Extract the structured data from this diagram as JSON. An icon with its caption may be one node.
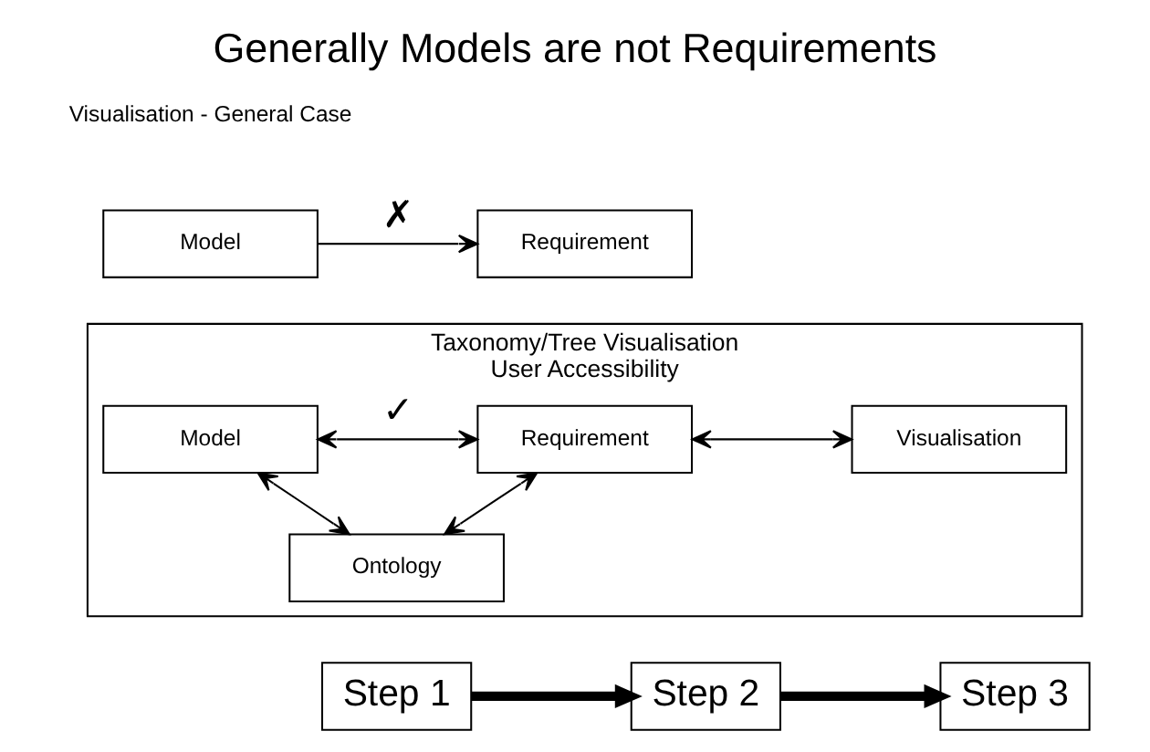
{
  "diagram": {
    "title": "Generally Models are not Requirements",
    "nodes": [
      {
        "text": [
          "Model"
        ]
      },
      {
        "text": [
          "Requirement"
        ]
      },
      {
        "text": [
          "Taxonomy/Tree Visualisation",
          "User Accessibility"
        ]
      },
      {
        "text": [
          "Model"
        ],
        "in": 2
      },
      {
        "text": [
          "Requirement"
        ],
        "in": 2
      },
      {
        "text": [
          "Visualisation"
        ],
        "in": 2
      },
      {
        "text": [
          "Ontology"
        ],
        "in": 2
      },
      {
        "text": [
          "Step 1"
        ]
      },
      {
        "text": [
          "Step 2"
        ]
      },
      {
        "text": [
          "Step 3"
        ]
      }
    ],
    "edges": [
      {
        "from": 0,
        "to": 1,
        "arrow": "to",
        "label": "✗"
      },
      {
        "from": 3,
        "to": 4,
        "arrow": "both",
        "label": "✓"
      },
      {
        "from": 4,
        "to": 5,
        "arrow": "both"
      },
      {
        "from": 3,
        "to": 6,
        "arrow": "both"
      },
      {
        "from": 4,
        "to": 6,
        "arrow": "both"
      },
      {
        "from": 7,
        "to": 8,
        "arrow": "to",
        "style": "thick"
      },
      {
        "from": 8,
        "to": 9,
        "arrow": "to",
        "style": "thick"
      }
    ],
    "labels": [
      "Visualisation - General Case"
    ]
  }
}
